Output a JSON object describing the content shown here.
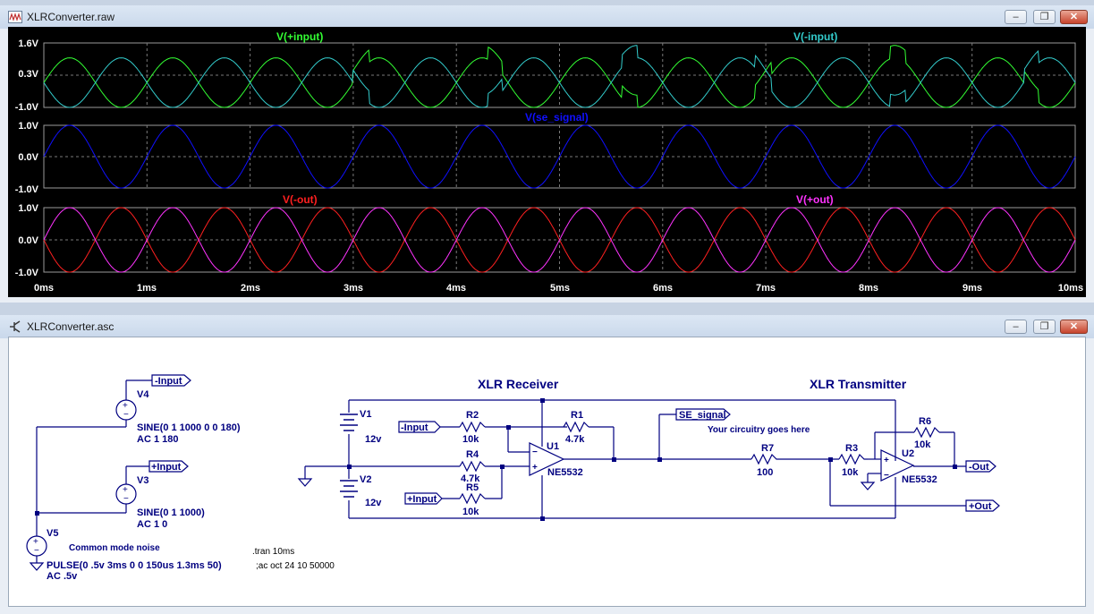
{
  "waveform_window": {
    "title": "XLRConverter.raw",
    "buttons": {
      "minimize": "‒",
      "restore": "❐",
      "close": "✕"
    },
    "panes": [
      {
        "y_ticks": [
          "1.6V",
          "0.3V",
          "-1.0V"
        ],
        "traces": [
          {
            "name": "V(+input)",
            "color": "#33ff33"
          },
          {
            "name": "V(-input)",
            "color": "#33cccc"
          }
        ]
      },
      {
        "y_ticks": [
          "1.0V",
          "0.0V",
          "-1.0V"
        ],
        "traces": [
          {
            "name": "V(se_signal)",
            "color": "#1010ff"
          }
        ]
      },
      {
        "y_ticks": [
          "1.0V",
          "0.0V",
          "-1.0V"
        ],
        "traces": [
          {
            "name": "V(-out)",
            "color": "#ff2020"
          },
          {
            "name": "V(+out)",
            "color": "#ff33ff"
          }
        ]
      }
    ],
    "x_ticks": [
      "0ms",
      "1ms",
      "2ms",
      "3ms",
      "4ms",
      "5ms",
      "6ms",
      "7ms",
      "8ms",
      "9ms",
      "10ms"
    ]
  },
  "schematic_window": {
    "title": "XLRConverter.asc",
    "buttons": {
      "minimize": "‒",
      "restore": "❐",
      "close": "✕"
    },
    "headings": {
      "receiver": "XLR Receiver",
      "transmitter": "XLR Transmitter"
    },
    "comment": "Your circuitry goes here",
    "noise_label": "Common mode noise",
    "directives": {
      "tran": ".tran 10ms",
      "ac": ";ac oct 24 10 50000"
    },
    "sources": {
      "v4": {
        "name": "V4",
        "value": "SINE(0 1 1000 0 0 180)",
        "ac": "AC 1 180"
      },
      "v3": {
        "name": "V3",
        "value": "SINE(0 1 1000)",
        "ac": "AC 1 0"
      },
      "v5": {
        "name": "V5",
        "value": "PULSE(0 .5v 3ms 0 0 150us 1.3ms 50)",
        "ac": "AC .5v"
      },
      "v1": {
        "name": "V1",
        "value": "12v"
      },
      "v2": {
        "name": "V2",
        "value": "12v"
      }
    },
    "labels": {
      "minus_input": "-Input",
      "plus_input": "+Input",
      "se_signal": "SE_signal",
      "minus_out": "-Out",
      "plus_out": "+Out"
    },
    "resistors": {
      "r1": {
        "name": "R1",
        "value": "4.7k"
      },
      "r2": {
        "name": "R2",
        "value": "10k"
      },
      "r3": {
        "name": "R3",
        "value": "10k"
      },
      "r4": {
        "name": "R4",
        "value": "4.7k"
      },
      "r5": {
        "name": "R5",
        "value": "10k"
      },
      "r6": {
        "name": "R6",
        "value": "10k"
      },
      "r7": {
        "name": "R7",
        "value": "100"
      }
    },
    "opamps": {
      "u1": {
        "name": "U1",
        "model": "NE5532"
      },
      "u2": {
        "name": "U2",
        "model": "NE5532"
      }
    }
  }
}
